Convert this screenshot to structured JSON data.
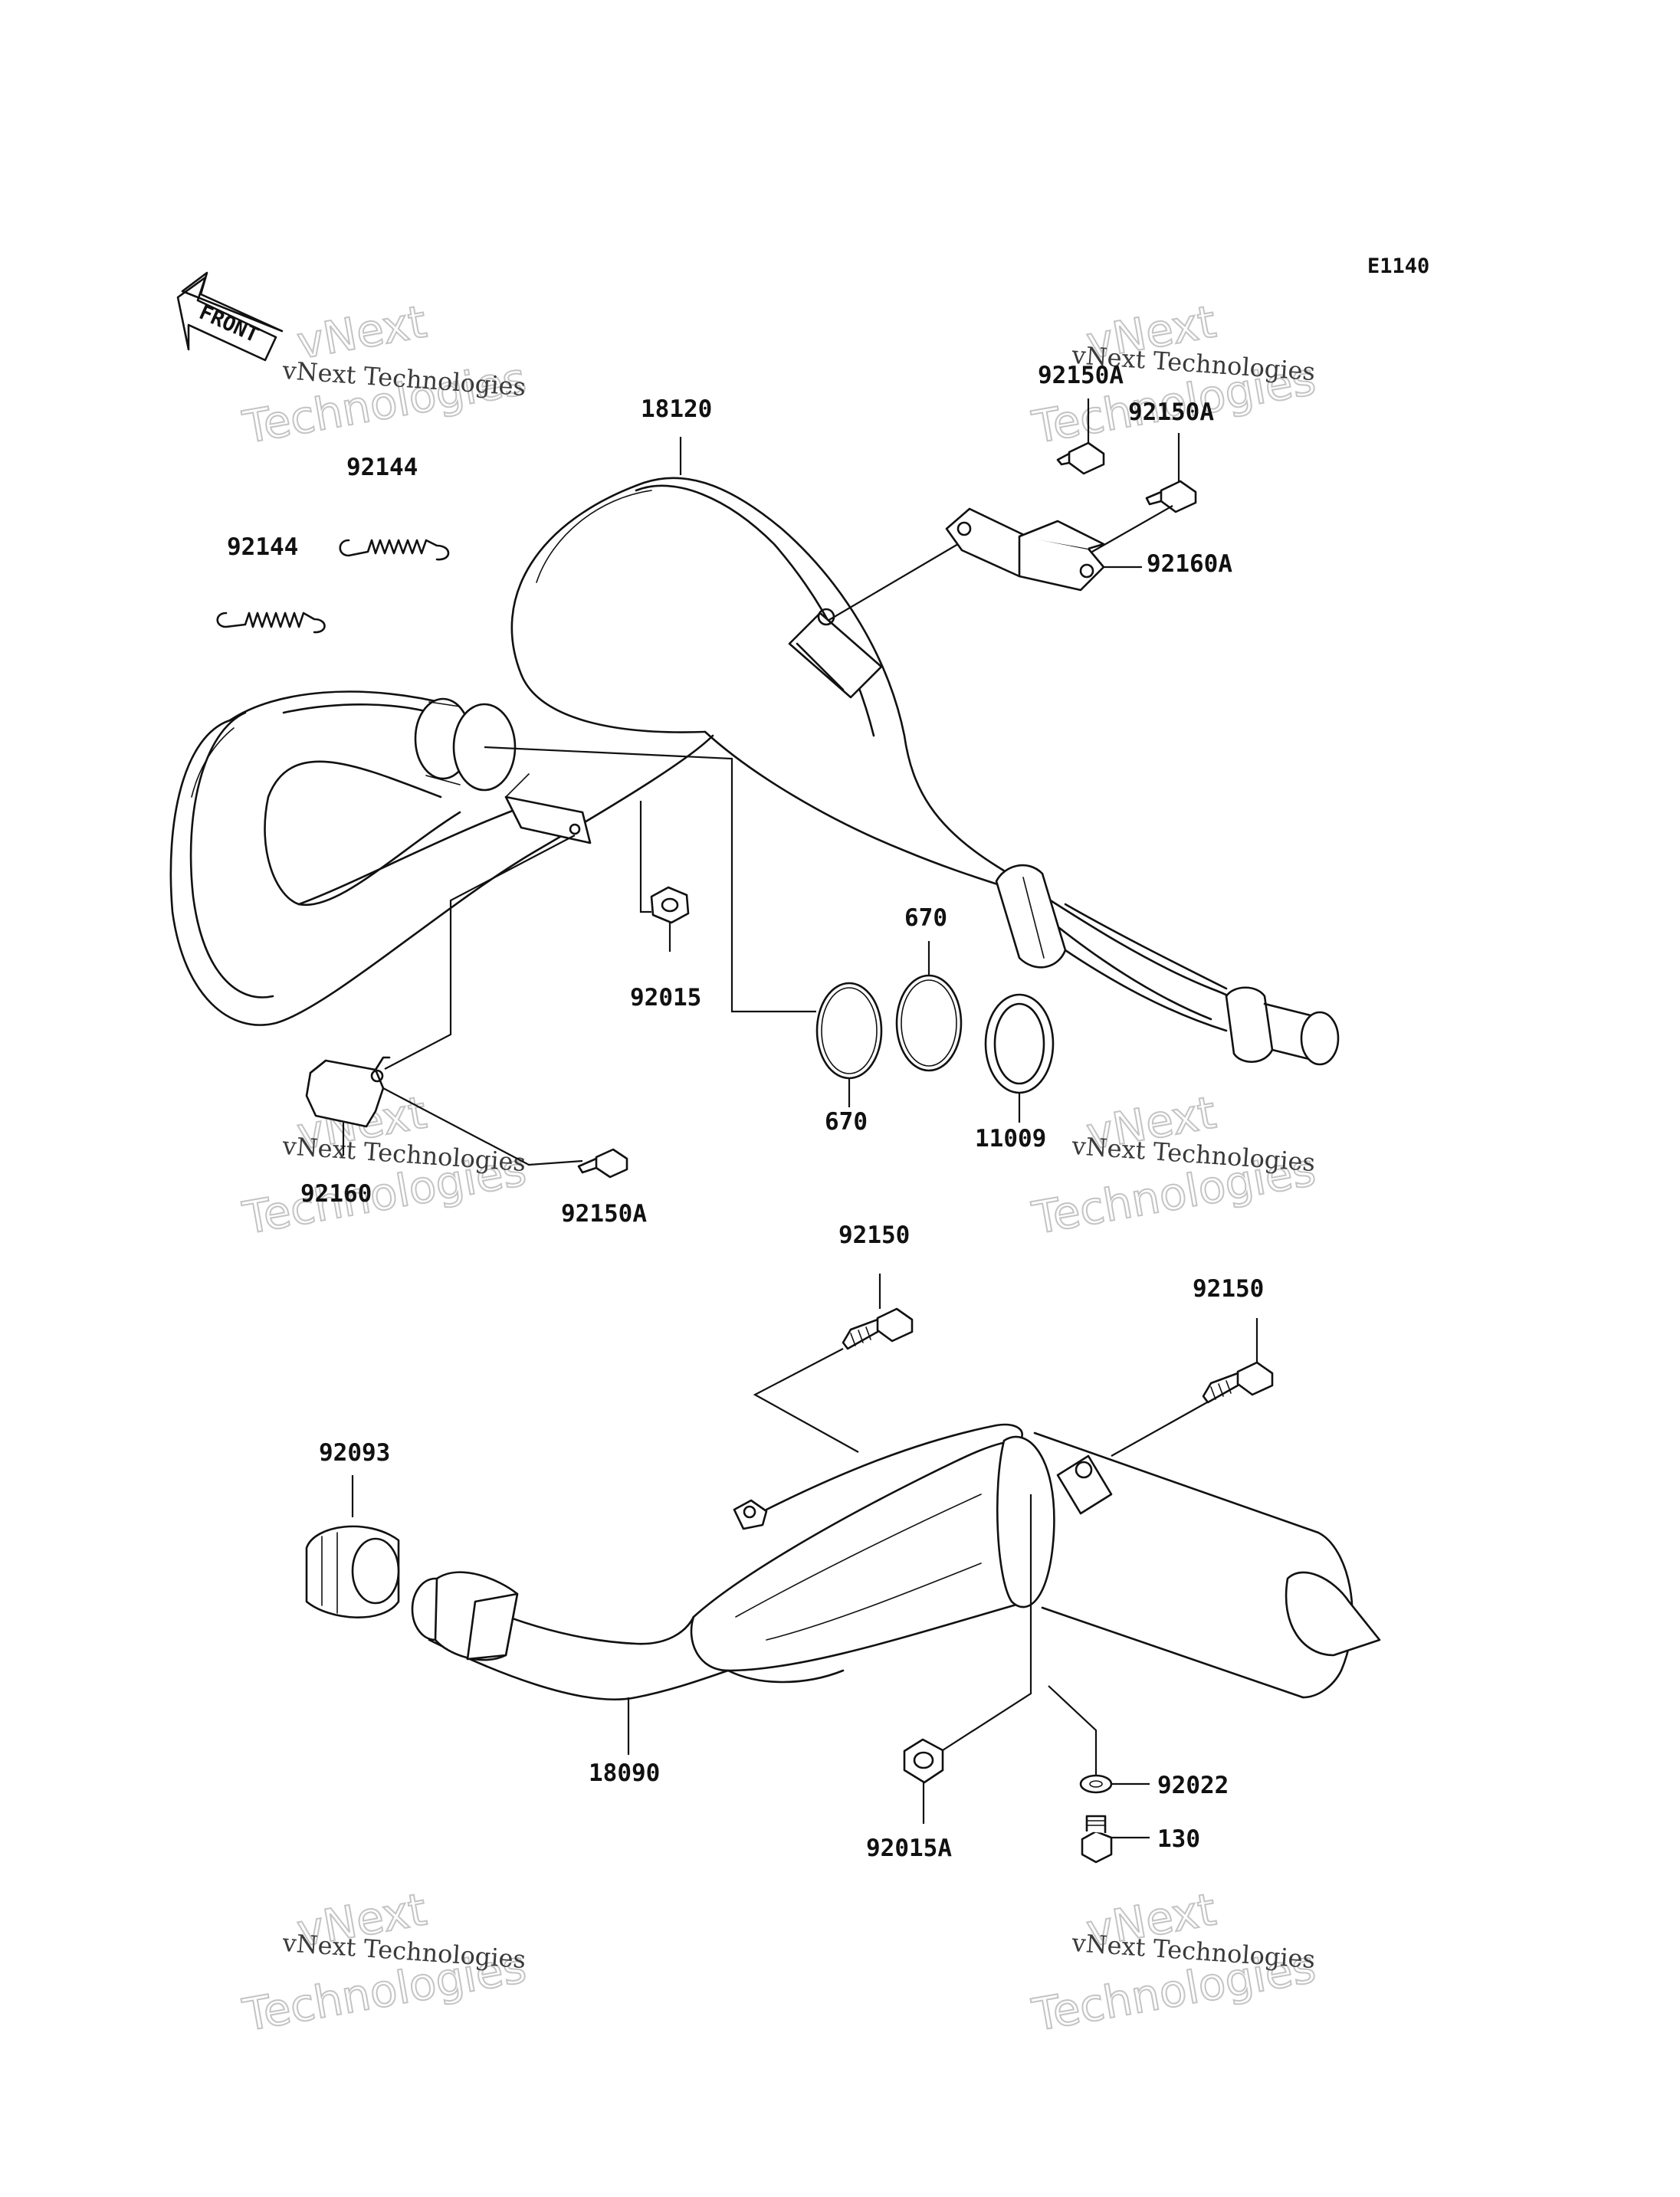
{
  "diagram": {
    "code": "E1140",
    "front_arrow_label": "FRONT",
    "parts": [
      {
        "id": "p18120",
        "label": "18120"
      },
      {
        "id": "p92150A_a",
        "label": "92150A"
      },
      {
        "id": "p92150A_b",
        "label": "92150A"
      },
      {
        "id": "p92160A",
        "label": "92160A"
      },
      {
        "id": "p92144_a",
        "label": "92144"
      },
      {
        "id": "p92144_b",
        "label": "92144"
      },
      {
        "id": "p92015",
        "label": "92015"
      },
      {
        "id": "p670_a",
        "label": "670"
      },
      {
        "id": "p670_b",
        "label": "670"
      },
      {
        "id": "p11009",
        "label": "11009"
      },
      {
        "id": "p92160",
        "label": "92160"
      },
      {
        "id": "p92150A_c",
        "label": "92150A"
      },
      {
        "id": "p92150_a",
        "label": "92150"
      },
      {
        "id": "p92150_b",
        "label": "92150"
      },
      {
        "id": "p92093",
        "label": "92093"
      },
      {
        "id": "p18090",
        "label": "18090"
      },
      {
        "id": "p92015A",
        "label": "92015A"
      },
      {
        "id": "p92022",
        "label": "92022"
      },
      {
        "id": "p130",
        "label": "130"
      }
    ],
    "watermark": {
      "small": "vNext Technologies",
      "big_line1": "vNext",
      "big_line2": "Technologies"
    }
  }
}
